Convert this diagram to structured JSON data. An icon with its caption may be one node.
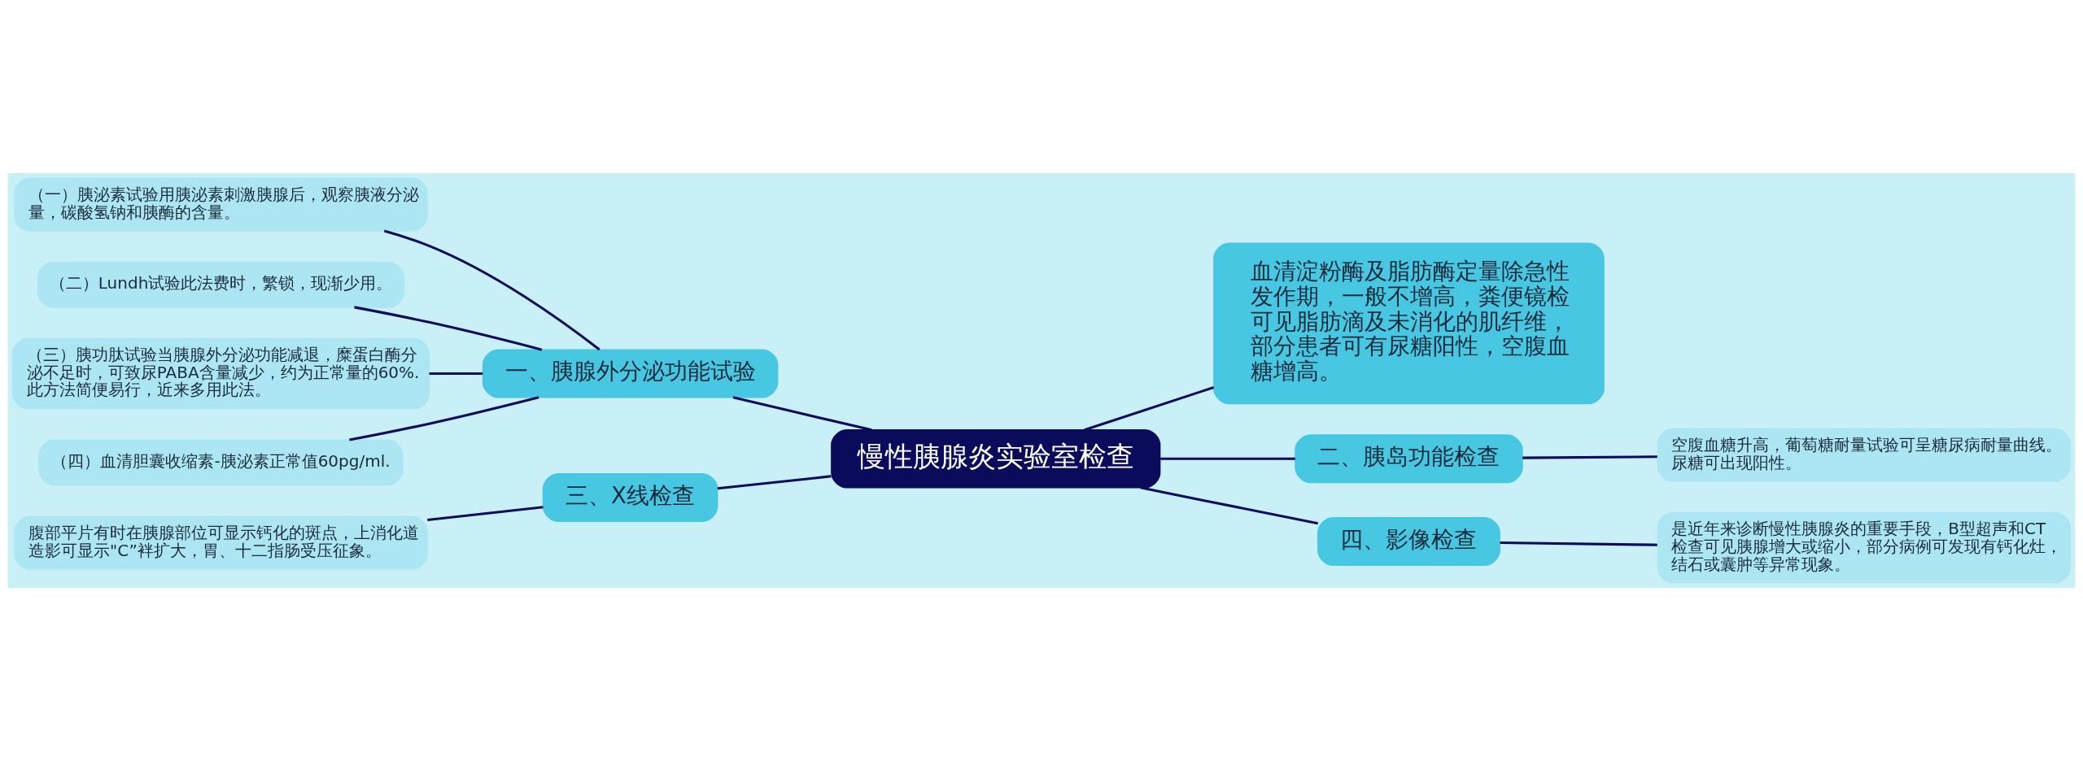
{
  "diagram": {
    "nodes": [
      {
        "text": [
          "慢性胰腺炎实验室检查"
        ]
      },
      {
        "text": [
          "一、胰腺外分泌功能试验"
        ]
      },
      {
        "text": [
          "（一）胰泌素试验用胰泌素刺激胰腺后，观察胰液分泌量，碳酸氢钠和胰酶的含量。"
        ]
      },
      {
        "text": [
          "（二）Lundh试验此法费时，繁锁，现渐少用。"
        ]
      },
      {
        "text": [
          "（三）胰功肽试验当胰腺外分泌功能减退，糜蛋白酶分泌不足时，可致尿PABA含量减少，约为正常量的60%.此方法简便易行，近来多用此法。"
        ]
      },
      {
        "text": [
          "（四）血清胆囊收缩素-胰泌素正常值60pg/ml."
        ]
      },
      {
        "text": [
          "血清淀粉酶及脂肪酶定量除急性发作期，一般不增高，粪便镜检可见脂肪滴及未消化的肌纤维，部分患者可有尿糖阳性，空腹血糖增高。"
        ]
      },
      {
        "text": [
          "二、胰岛功能检查"
        ]
      },
      {
        "text": [
          "空腹血糖升高，葡萄糖耐量试验可呈糖尿病耐量曲线。尿糖可出现阳性。"
        ]
      },
      {
        "text": [
          "三、X线检查"
        ]
      },
      {
        "text": [
          "腹部平片有时在胰腺部位可显示钙化的斑点，上消化道造影可显示\"C”袢扩大，胃、十二指肠受压征象。"
        ]
      },
      {
        "text": [
          "四、影像检查"
        ]
      },
      {
        "text": [
          "是近年来诊断慢性胰腺炎的重要手段，B型超声和CT检查可见胰腺增大或缩小，部分病例可发现有钙化灶，结石或囊肿等异常现象。"
        ]
      }
    ],
    "edges": [
      {
        "from": 0,
        "to": 1,
        "arrow": "none"
      },
      {
        "from": 1,
        "to": 2,
        "arrow": "none"
      },
      {
        "from": 1,
        "to": 3,
        "arrow": "none"
      },
      {
        "from": 1,
        "to": 4,
        "arrow": "none"
      },
      {
        "from": 1,
        "to": 5,
        "arrow": "none"
      },
      {
        "from": 0,
        "to": 6,
        "arrow": "none"
      },
      {
        "from": 0,
        "to": 7,
        "arrow": "none"
      },
      {
        "from": 7,
        "to": 8,
        "arrow": "none"
      },
      {
        "from": 0,
        "to": 9,
        "arrow": "none"
      },
      {
        "from": 9,
        "to": 10,
        "arrow": "none"
      },
      {
        "from": 0,
        "to": 11,
        "arrow": "none"
      },
      {
        "from": 11,
        "to": 12,
        "arrow": "none"
      }
    ]
  }
}
